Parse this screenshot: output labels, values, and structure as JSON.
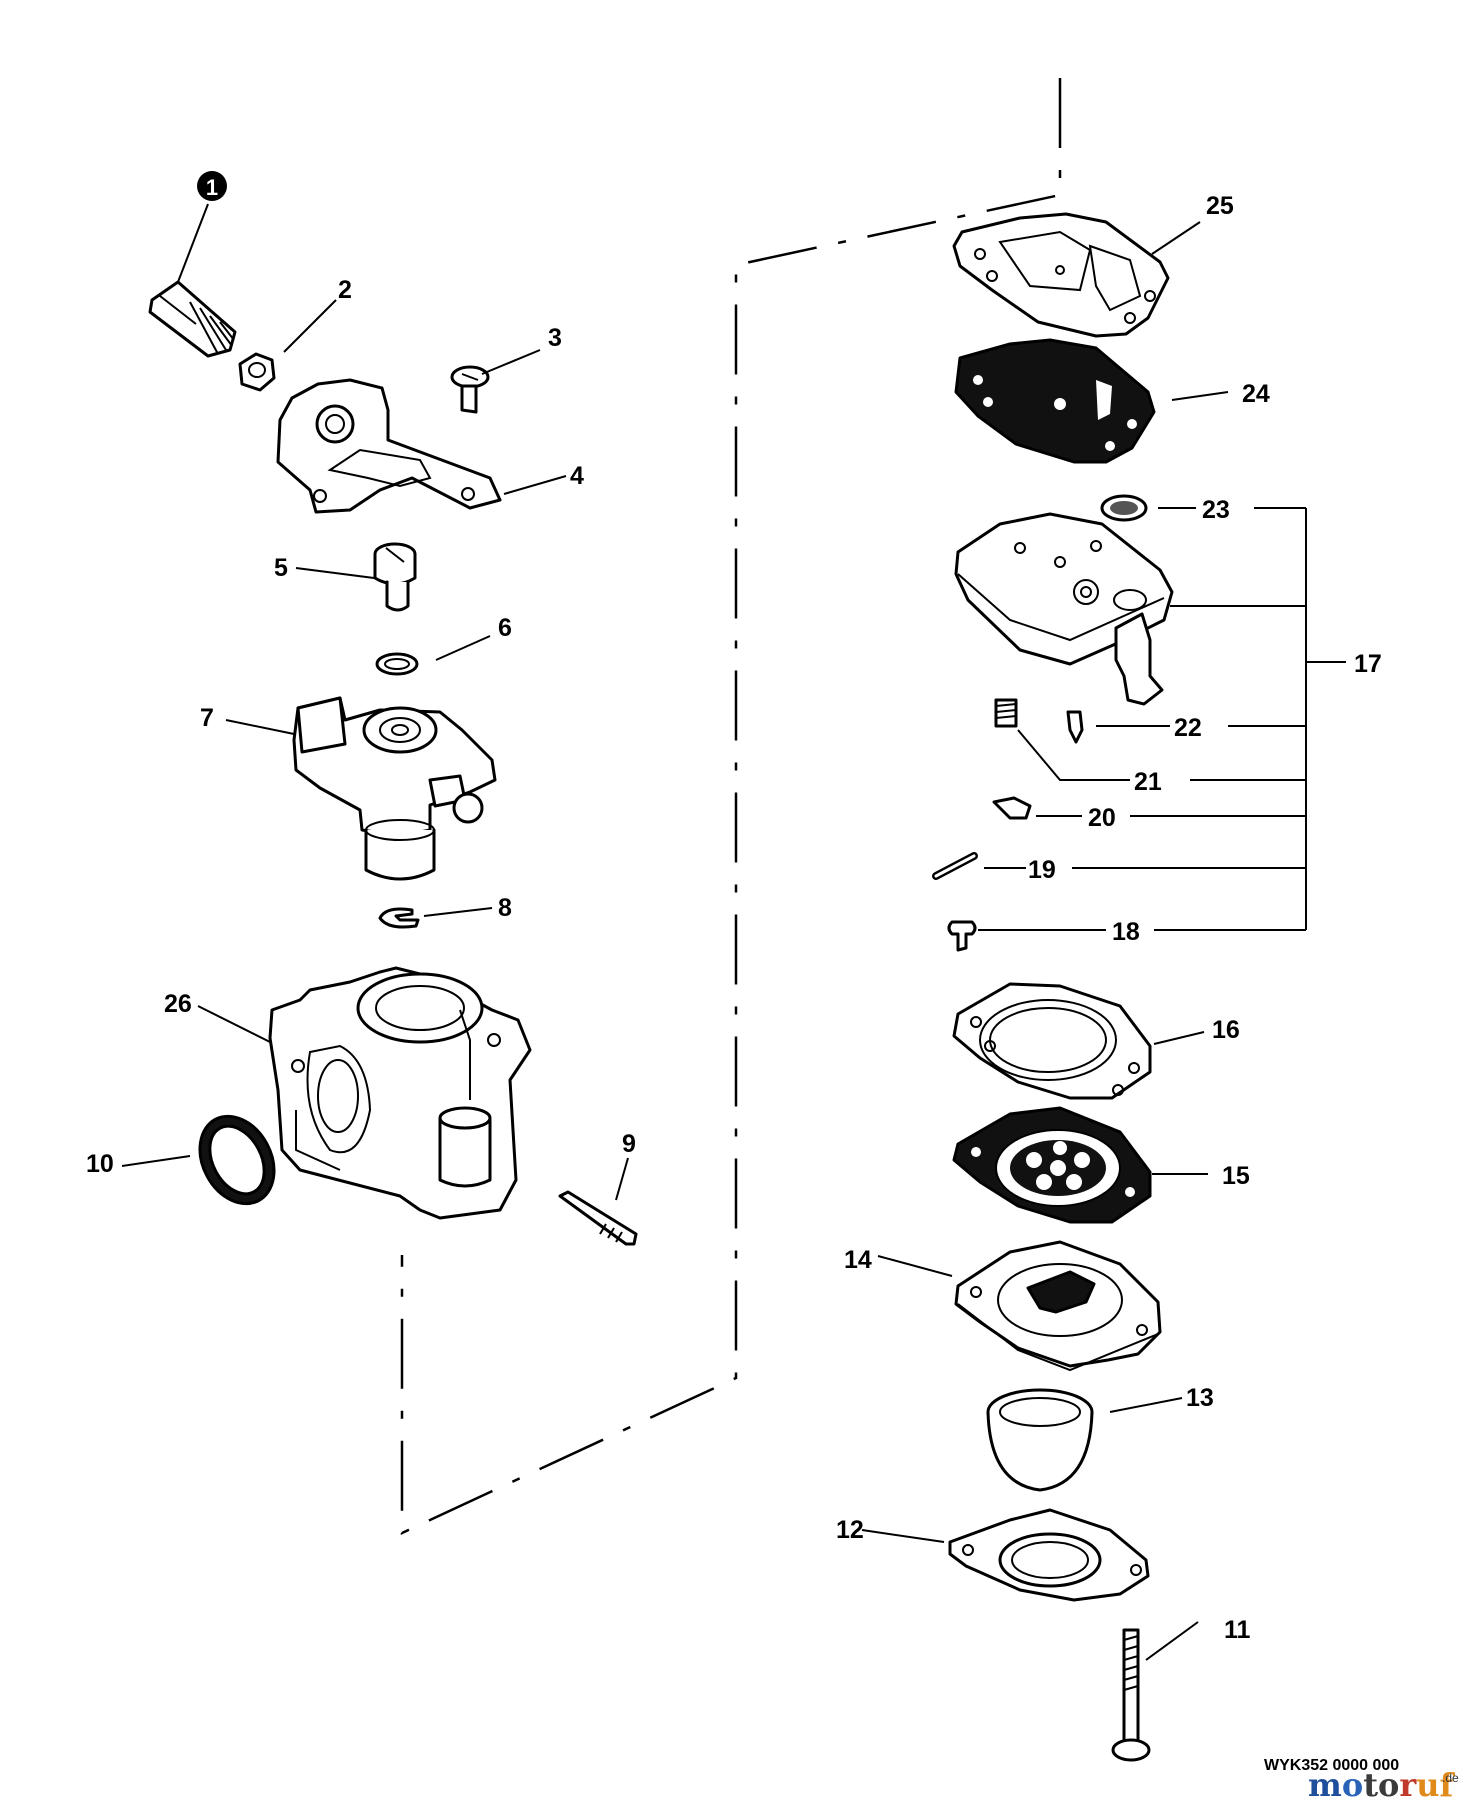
{
  "diagram": {
    "labels": {
      "p1": "1",
      "p2": "2",
      "p3": "3",
      "p4": "4",
      "p5": "5",
      "p6": "6",
      "p7": "7",
      "p8": "8",
      "p9": "9",
      "p10": "10",
      "p11": "11",
      "p12": "12",
      "p13": "13",
      "p14": "14",
      "p15": "15",
      "p16": "16",
      "p17": "17",
      "p18": "18",
      "p19": "19",
      "p20": "20",
      "p21": "21",
      "p22": "22",
      "p23": "23",
      "p24": "24",
      "p25": "25",
      "p26": "26"
    },
    "drawing_code": "WYK352 0000 000",
    "watermark": {
      "brand": "motoruf",
      "suffix": ".de",
      "colors": {
        "m": "#1f4e9c",
        "o": "#2a62b8",
        "t": "#3b3b3b",
        "r": "#c0392b",
        "uf": "#e08a1c"
      }
    }
  }
}
